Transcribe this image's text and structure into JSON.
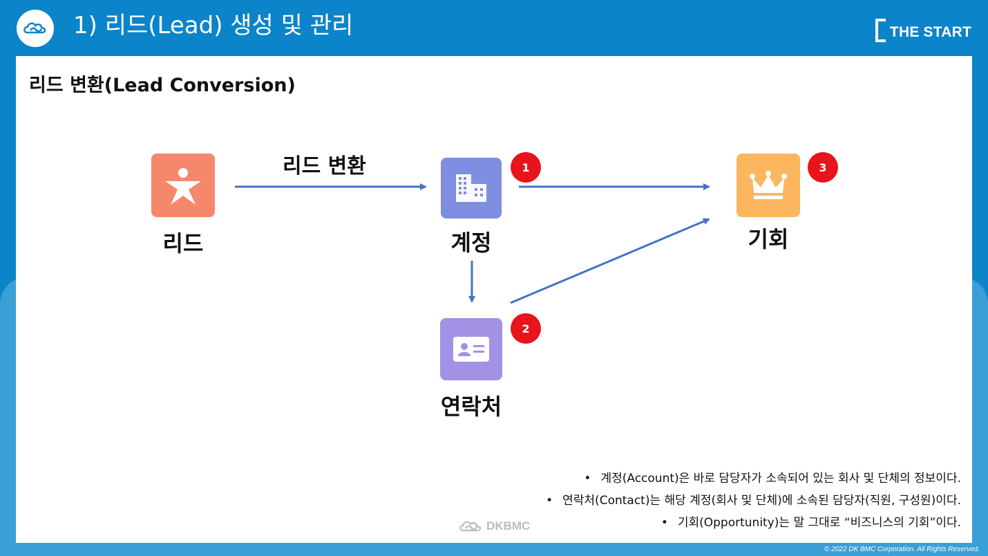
{
  "header": {
    "title": "1) 리드(Lead) 생성 및 관리",
    "brand": "THE START",
    "logo_icon": "cloud-link-icon"
  },
  "section": {
    "title": "리드 변환(Lead Conversion)"
  },
  "diagram": {
    "arrow_label": "리드 변환",
    "nodes": {
      "lead": {
        "label": "리드",
        "icon": "person-icon",
        "color": "#f5886a"
      },
      "account": {
        "label": "계정",
        "icon": "building-icon",
        "color": "#7f8ee0",
        "badge": "1"
      },
      "opportunity": {
        "label": "기회",
        "icon": "crown-icon",
        "color": "#fbb65e",
        "badge": "3"
      },
      "contact": {
        "label": "연락처",
        "icon": "contact-card-icon",
        "color": "#a391e5",
        "badge": "2"
      }
    },
    "arrow_color": "#4472c4",
    "badge_color": "#e8141b"
  },
  "notes": [
    "계정(Account)은 바로 담당자가 소속되어 있는 회사 및 단체의 정보이다.",
    "연락처(Contact)는 해당 계정(회사 및 단체)에 소속된 담당자(직원, 구성원)이다.",
    "기회(Opportunity)는 말 그대로 “비즈니스의 기회”이다."
  ],
  "note_bullet": "•",
  "watermark": "DKBMC",
  "copyright": "© 2022 DK BMC Corporation. All Rights Reserved."
}
